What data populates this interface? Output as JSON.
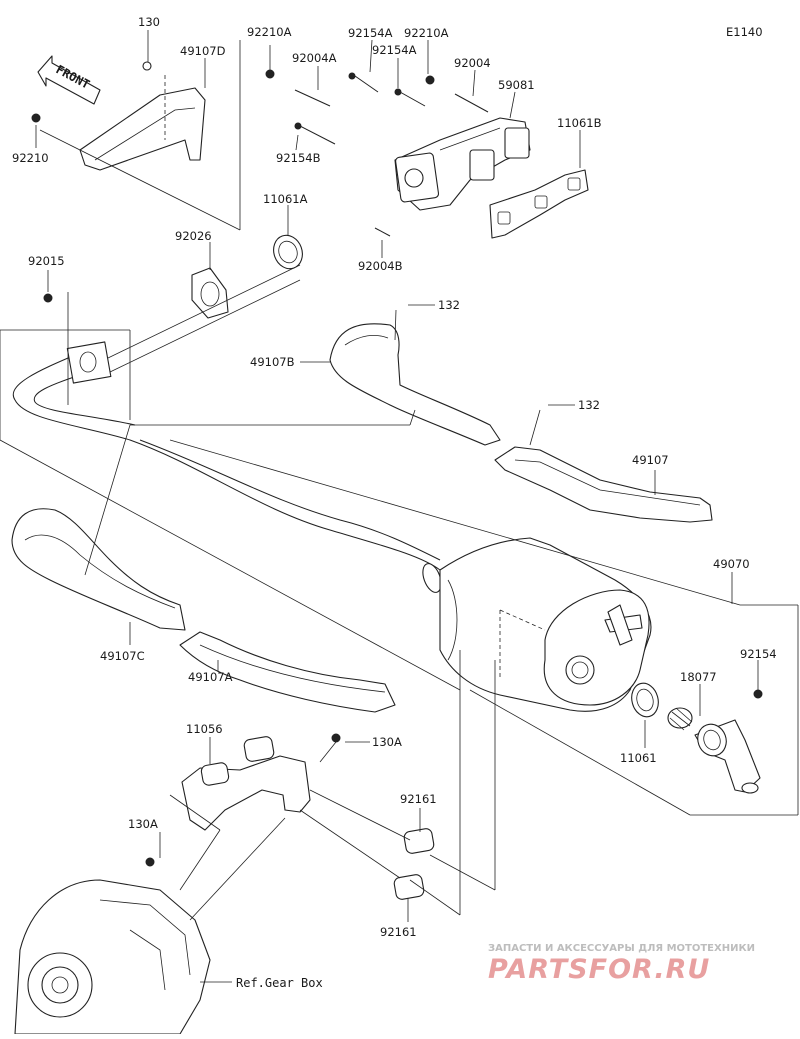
{
  "diagram_code": "E1140",
  "front_label": "FRONT",
  "ref_gear_box": "Ref.Gear Box",
  "watermark": {
    "tagline": "ЗАПАСТИ И АКСЕССУАРЫ ДЛЯ МОТОТЕХНИКИ",
    "logo_text": "PARTSFOR.RU"
  },
  "labels": {
    "p130": "130",
    "p49107D": "49107D",
    "p92210A_1": "92210A",
    "p92004A": "92004A",
    "p92154A_1": "92154A",
    "p92210A_2": "92210A",
    "p92154A_2": "92154A",
    "p92004": "92004",
    "p59081": "59081",
    "p11061B": "11061B",
    "p92210": "92210",
    "p92154B": "92154B",
    "p11061A": "11061A",
    "p92026": "92026",
    "p92004B": "92004B",
    "p92015": "92015",
    "p132_1": "132",
    "p49107B": "49107B",
    "p132_2": "132",
    "p49107": "49107",
    "p49070": "49070",
    "p49107C": "49107C",
    "p92154": "92154",
    "p18077": "18077",
    "p49107A": "49107A",
    "p11061": "11061",
    "p11056": "11056",
    "p130A_1": "130A",
    "p130A_2": "130A",
    "p92161_1": "92161",
    "p92161_2": "92161"
  }
}
